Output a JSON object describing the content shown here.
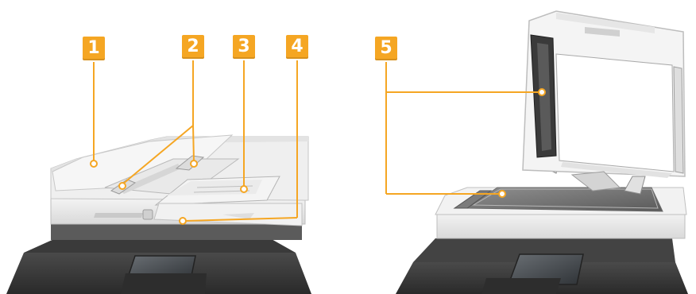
{
  "colors": {
    "accent": "#F5A623",
    "leader": "#F5A623"
  },
  "callouts": [
    {
      "number": "1"
    },
    {
      "number": "2"
    },
    {
      "number": "3"
    },
    {
      "number": "4"
    },
    {
      "number": "5"
    }
  ]
}
